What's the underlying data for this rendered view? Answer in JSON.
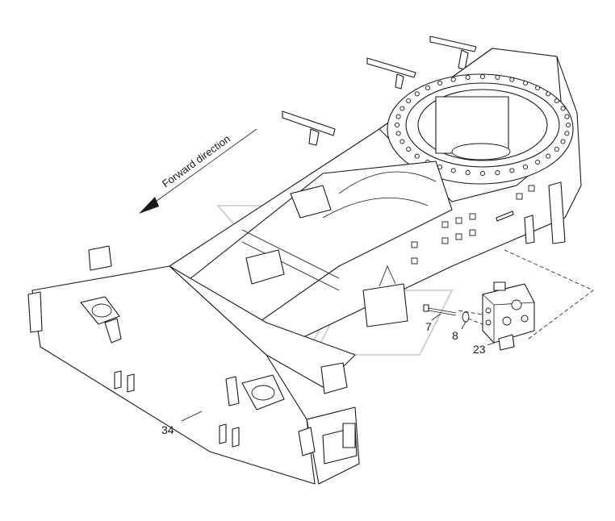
{
  "direction_label": "Forward direction",
  "callouts": {
    "screw": "7",
    "washer": "8",
    "valve_block": "23",
    "frame": "34"
  },
  "colors": {
    "line": "#1a1a1a",
    "watermark": "#9a9a9a",
    "background": "#ffffff"
  },
  "watermark_icon": "logo-watermark-icon"
}
